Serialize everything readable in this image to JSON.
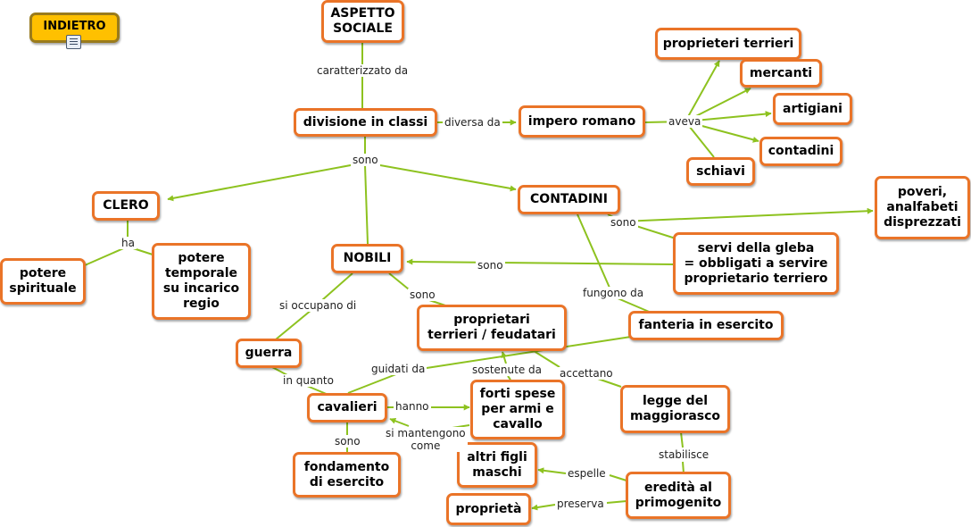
{
  "back_button": {
    "label": "INDIETRO",
    "icon": "document-icon"
  },
  "colors": {
    "node_border": "#ea7428",
    "edge": "#8dc21f",
    "button_fill": "#ffc000"
  },
  "nodes": {
    "aspetto_sociale": "ASPETTO\nSOCIALE",
    "divisione_classi": "divisione in classi",
    "impero_romano": "impero romano",
    "proprietari_terrieri": "proprieteri terrieri",
    "mercanti": "mercanti",
    "artigiani": "artigiani",
    "contadini_r": "contadini",
    "schiavi": "schiavi",
    "clero": "CLERO",
    "contadini": "CONTADINI",
    "poveri": "poveri,\nanalfabeti\ndisprezzati",
    "potere_spirituale": "potere\nspirituale",
    "potere_temporale": "potere\ntemporale\nsu incarico\nregio",
    "nobili": "NOBILI",
    "servi_gleba": "servi della gleba\n= obbligati a servire\nproprietario terriero",
    "feudatari": "proprietari\nterrieri / feudatari",
    "fanteria": "fanteria in esercito",
    "guerra": "guerra",
    "cavalieri": "cavalieri",
    "forti_spese": "forti spese\nper armi e\ncavallo",
    "legge": "legge del\nmaggiorasco",
    "fondamento": "fondamento\ndi esercito",
    "altri_figli": "altri figli\nmaschi",
    "eredita": "eredità al\nprimogenito",
    "proprieta": "proprietà"
  },
  "edge_labels": {
    "caratterizzato": "caratterizzato da",
    "diversa": "diversa da",
    "aveva": "aveva",
    "sono_main": "sono",
    "ha": "ha",
    "sono_contadini": "sono",
    "sono_servi": "sono",
    "fungono": "fungono da",
    "si_occupano": "si occupano di",
    "sono_nobili": "sono",
    "in_quanto": "in quanto",
    "guidati": "guidati da",
    "sostenute": "sostenute da",
    "accettano": "accettano",
    "hanno": "hanno",
    "si_mantengono": "si mantengono\ncome",
    "sono_cav": "sono",
    "stabilisce": "stabilisce",
    "espelle": "espelle",
    "preserva": "preserva"
  }
}
